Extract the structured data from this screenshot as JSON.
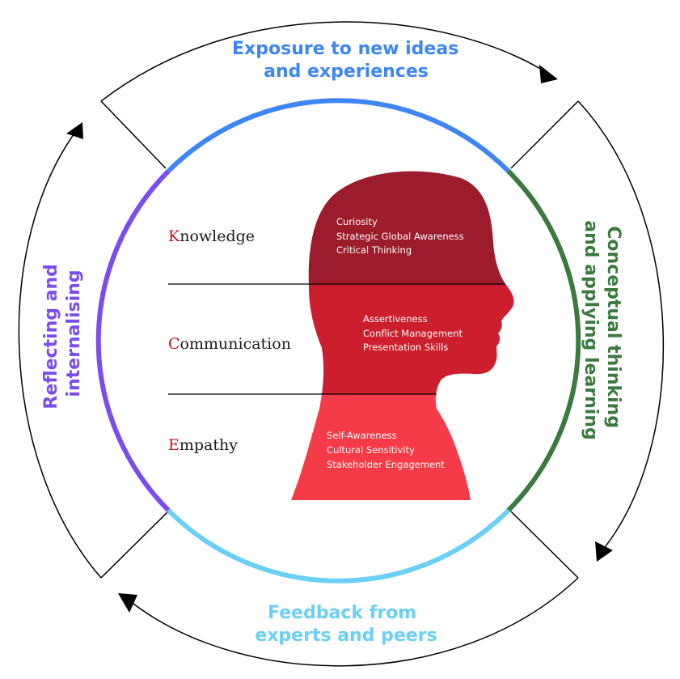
{
  "colors": {
    "exposure": "#3e86f5",
    "conceptual": "#3a7a3e",
    "feedback": "#6ccff5",
    "reflecting": "#7b4cf0",
    "head_top": "#9c1c2b",
    "head_mid": "#cc1e2c",
    "head_bottom": "#f53b47",
    "initial": "#c0161e",
    "text": "#1a1a1a"
  },
  "cycle": {
    "exposure": {
      "line1": "Exposure to new ideas",
      "line2": "and experiences"
    },
    "conceptual": {
      "line1": "Conceptual thinking",
      "line2": "and applying learning"
    },
    "feedback": {
      "line1": "Feedback from",
      "line2": "experts and peers"
    },
    "reflecting": {
      "line1": "Reflecting and",
      "line2": "internalising"
    }
  },
  "pillars": [
    {
      "initial": "K",
      "rest": "nowledge",
      "skills": [
        "Curiosity",
        "Strategic Global Awareness",
        "Critical Thinking"
      ]
    },
    {
      "initial": "C",
      "rest": "ommunication",
      "skills": [
        "Assertiveness",
        "Conflict Management",
        "Presentation Skills"
      ]
    },
    {
      "initial": "E",
      "rest": "mpathy",
      "skills": [
        "Self-Awareness",
        "Cultural Sensitivity",
        "Stakeholder Engagement"
      ]
    }
  ]
}
